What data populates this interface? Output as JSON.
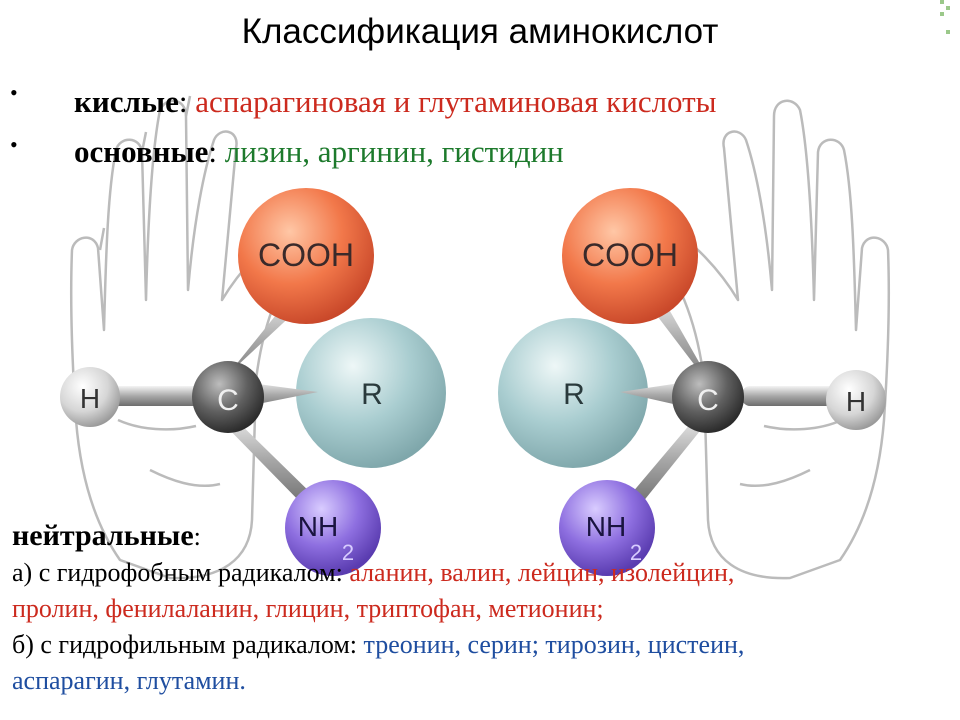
{
  "title": "Классификация аминокислот",
  "acidic": {
    "label": "кислые",
    "colon": ":",
    "text": "аспарагиновая и глутаминовая кислоты"
  },
  "basic": {
    "label": "основные",
    "colon": ":",
    "text": "лизин, аргинин, гистидин"
  },
  "neutral": {
    "heading": "нейтральные",
    "colon": ":",
    "hydrophobic_prefix": "а) с гидрофобным радикалом:",
    "hydrophobic_line1": "аланин, валин, лейцин, изолейцин,",
    "hydrophobic_line2": "пролин, фенилаланин, глицин, триптофан, метионин;",
    "hydrophilic_prefix": "б) с гидрофильным радикалом:",
    "hydrophilic_line1": "треонин, серин; тирозин, цистеин,",
    "hydrophilic_line2": "аспарагин, глутамин."
  },
  "molecule_left": {
    "cooh": "COOH",
    "r": "R",
    "c": "C",
    "h": "H",
    "nh": "NH",
    "sub": "2"
  },
  "molecule_right": {
    "cooh": "COOH",
    "r": "R",
    "c": "C",
    "h": "H",
    "nh": "NH",
    "sub": "2"
  },
  "colors": {
    "acid_text": "#cc2a1e",
    "basic_text": "#1d7a2c",
    "hydrophilic_text": "#1f4ea0",
    "cooh_ball": "#f07a4a",
    "r_ball": "#a9cdd0",
    "nh2_ball": "#8e6fe0",
    "c_ball": "#555555",
    "h_ball": "#d8d8d8"
  }
}
